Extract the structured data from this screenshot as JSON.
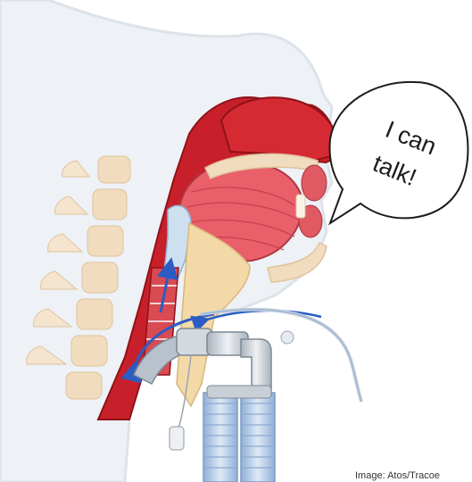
{
  "speech_bubble": {
    "line1": "I can",
    "line2": "talk!"
  },
  "credit": "Image: Atos/Tracoe",
  "colors": {
    "tissue_red": "#c8202a",
    "tongue_pink": "#e9606a",
    "bone_beige": "#f1dcc0",
    "skin_outline": "#dde3ea",
    "airflow_blue": "#2a5cc4",
    "tube_silver": "#c9cfd6",
    "hose_blue": "#b9cde6"
  },
  "icons": {
    "speech_bubble": "speech-bubble-icon",
    "airflow_arrow": "arrow-up-icon"
  }
}
